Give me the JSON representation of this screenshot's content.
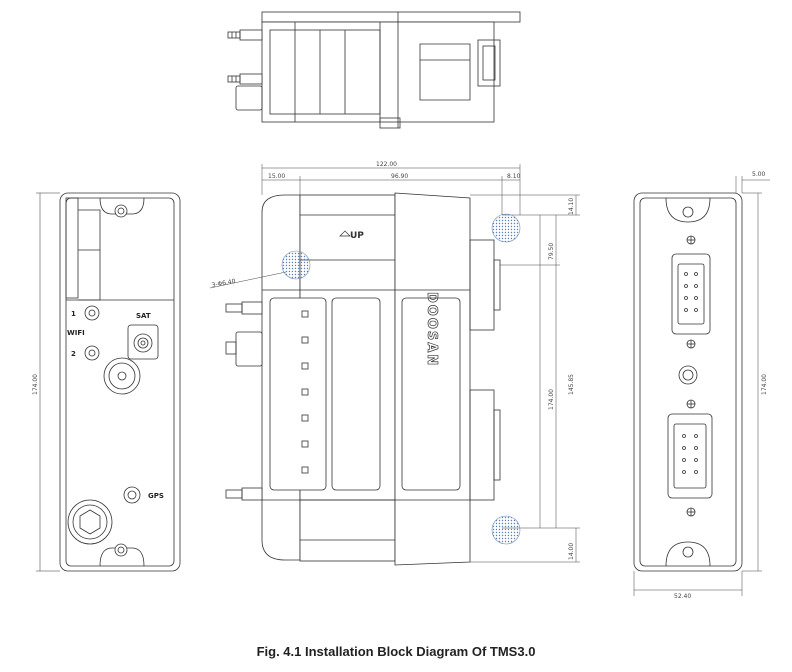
{
  "caption": "Fig. 4.1 Installation Block Diagram Of TMS3.0",
  "colors": {
    "line": "#333333",
    "mark": "#6a8fc0",
    "fill_light": "#f4f4f4"
  },
  "front_view": {
    "brand": "DOOSAN",
    "up_label": "UP",
    "dims": {
      "overall_width": "122.00",
      "seg_left": "15.00",
      "seg_mid": "96.90",
      "seg_right": "8.10",
      "top_offset": "14.10",
      "upper_span": "79.50",
      "hole_span": "145.85",
      "height": "174.00",
      "bottom_offset": "14.00",
      "hole_dia": "3-Φ6.40"
    }
  },
  "left_view": {
    "port_1": "1",
    "port_2": "2",
    "wifi": "WIFI",
    "sat": "SAT",
    "gps": "GPS",
    "height": "174.00"
  },
  "right_view": {
    "top_dim": "5.00",
    "height": "174.00",
    "width": "52.40"
  }
}
